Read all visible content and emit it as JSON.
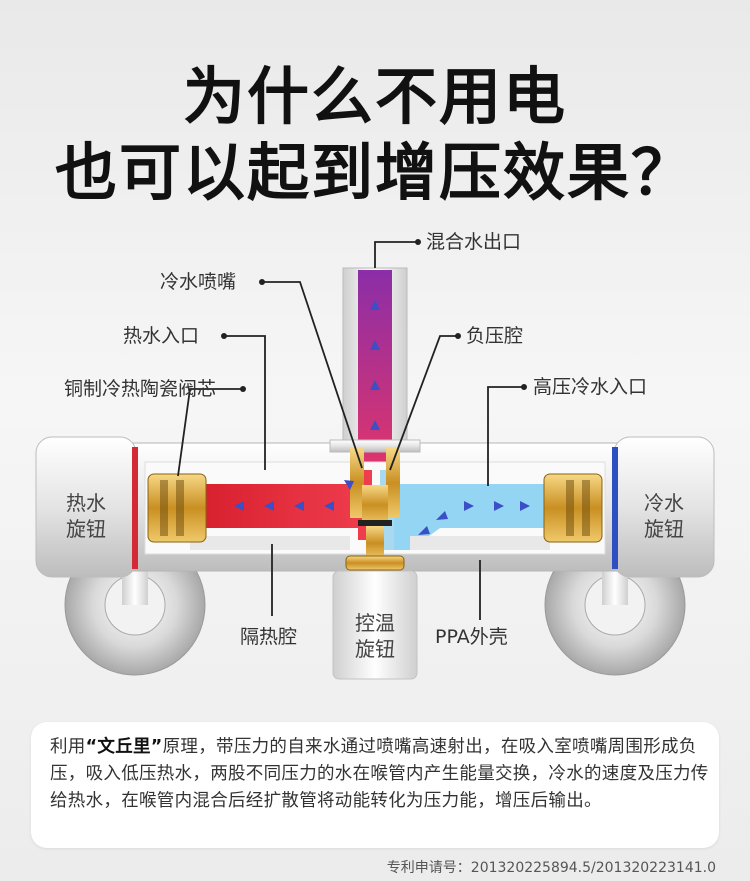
{
  "title": {
    "line1": "为什么不用电",
    "line2": "也可以起到增压效果？"
  },
  "callouts": {
    "mixed_outlet": "混合水出口",
    "cold_nozzle": "冷水喷嘴",
    "hot_inlet": "热水入口",
    "negative_chamber": "负压腔",
    "ceramic_valve": "铜制冷热陶瓷阀芯",
    "high_pressure_cold_inlet": "高压冷水入口",
    "insulation_chamber": "隔热腔",
    "ppa_shell": "PPA外壳"
  },
  "knobs": {
    "hot_line1": "热水",
    "hot_line2": "旋钮",
    "cold_line1": "冷水",
    "cold_line2": "旋钮",
    "temp_line1": "控温",
    "temp_line2": "旋钮"
  },
  "description": {
    "prefix": "利用",
    "highlight": "“文丘里”",
    "body": "原理，带压力的自来水通过喷嘴高速射出，在吸入室喷嘴周围形成负压，吸入低压热水，两股不同压力的水在喉管内产生能量交换，冷水的速度及压力传给热水，在喉管内混合后经扩散管将动能转化为压力能，增压后输出。"
  },
  "patent": "专利申请号：201320225894.5/201320223141.0",
  "colors": {
    "hot": "#e8283c",
    "cold": "#8fd3f2",
    "mixed": "#b2349a",
    "brass": "#d8a640",
    "arrow": "#3b4fc6"
  }
}
